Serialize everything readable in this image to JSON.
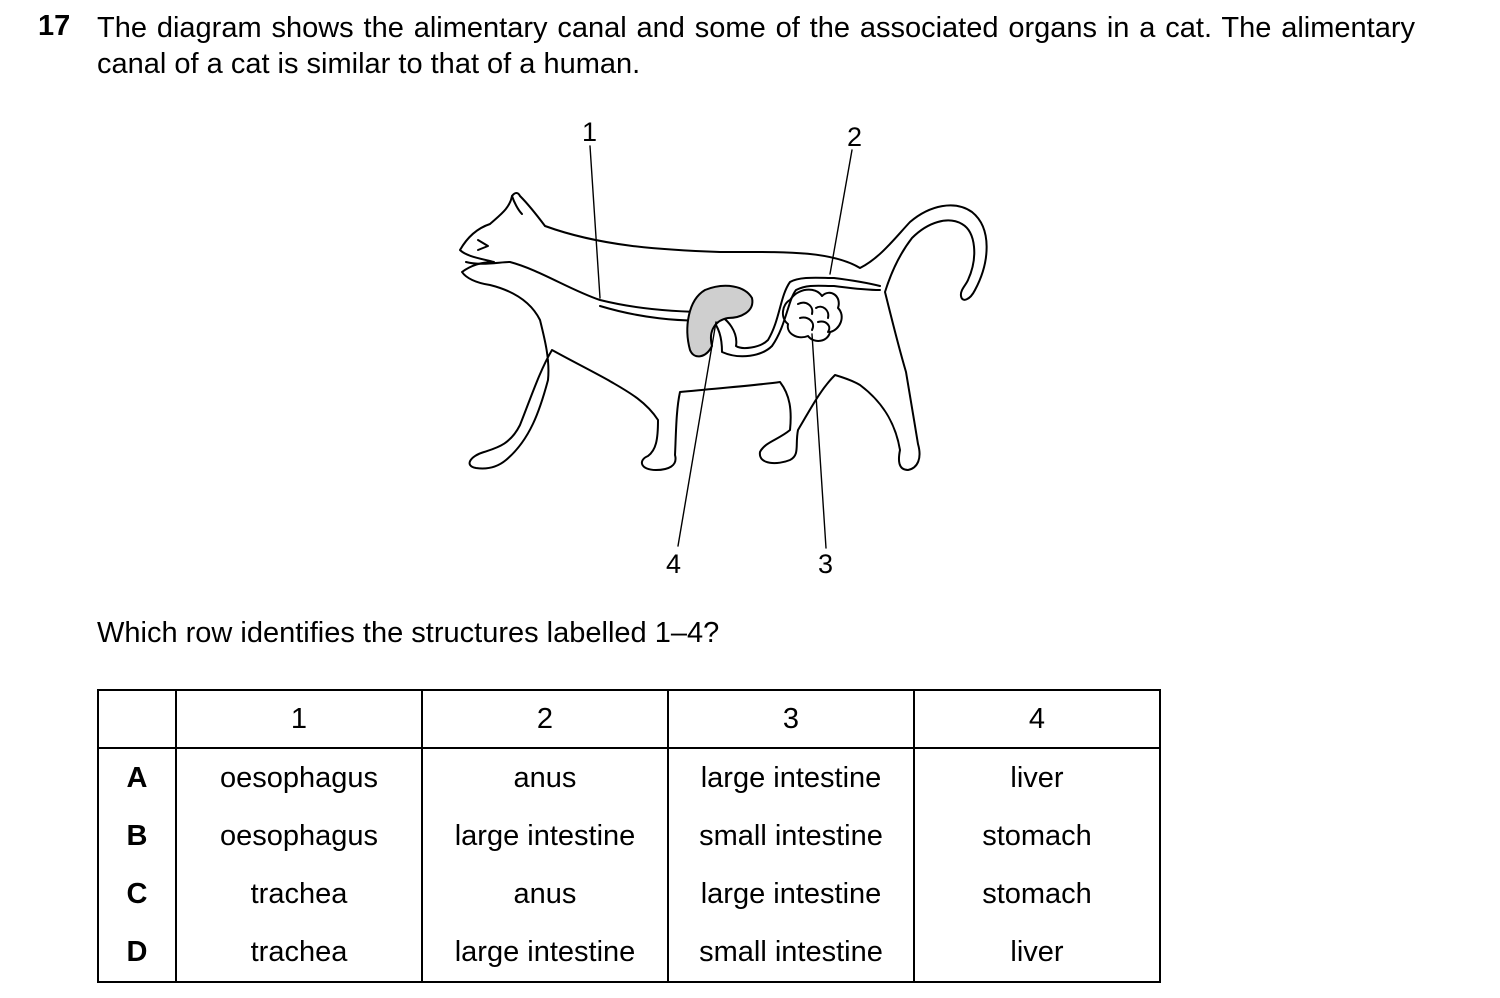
{
  "question": {
    "number": "17",
    "stem": "The diagram shows the alimentary canal and some of the associated organs in a cat. The alimentary canal of a cat is similar to that of a human.",
    "prompt": "Which row identifies the structures labelled 1–4?"
  },
  "diagram": {
    "labels": [
      "1",
      "2",
      "3",
      "4"
    ]
  },
  "table": {
    "columns": [
      "",
      "1",
      "2",
      "3",
      "4"
    ],
    "rows": [
      {
        "letter": "A",
        "cells": [
          "oesophagus",
          "anus",
          "large intestine",
          "liver"
        ]
      },
      {
        "letter": "B",
        "cells": [
          "oesophagus",
          "large intestine",
          "small intestine",
          "stomach"
        ]
      },
      {
        "letter": "C",
        "cells": [
          "trachea",
          "anus",
          "large intestine",
          "stomach"
        ]
      },
      {
        "letter": "D",
        "cells": [
          "trachea",
          "large intestine",
          "small intestine",
          "liver"
        ]
      }
    ]
  }
}
